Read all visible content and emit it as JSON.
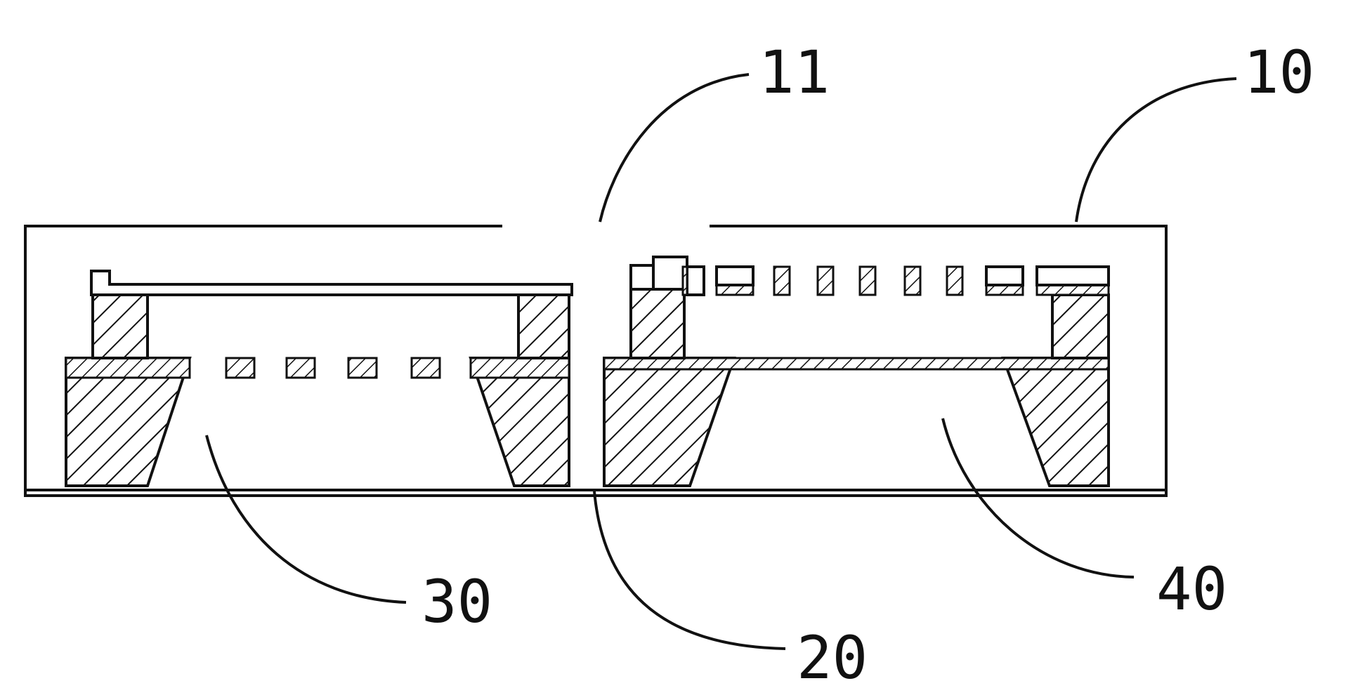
{
  "figure": {
    "labels": {
      "l11": "11",
      "l10": "10",
      "l30": "30",
      "l20": "20",
      "l40": "40"
    },
    "colors": {
      "ink": "#111111",
      "background": "#ffffff"
    }
  }
}
